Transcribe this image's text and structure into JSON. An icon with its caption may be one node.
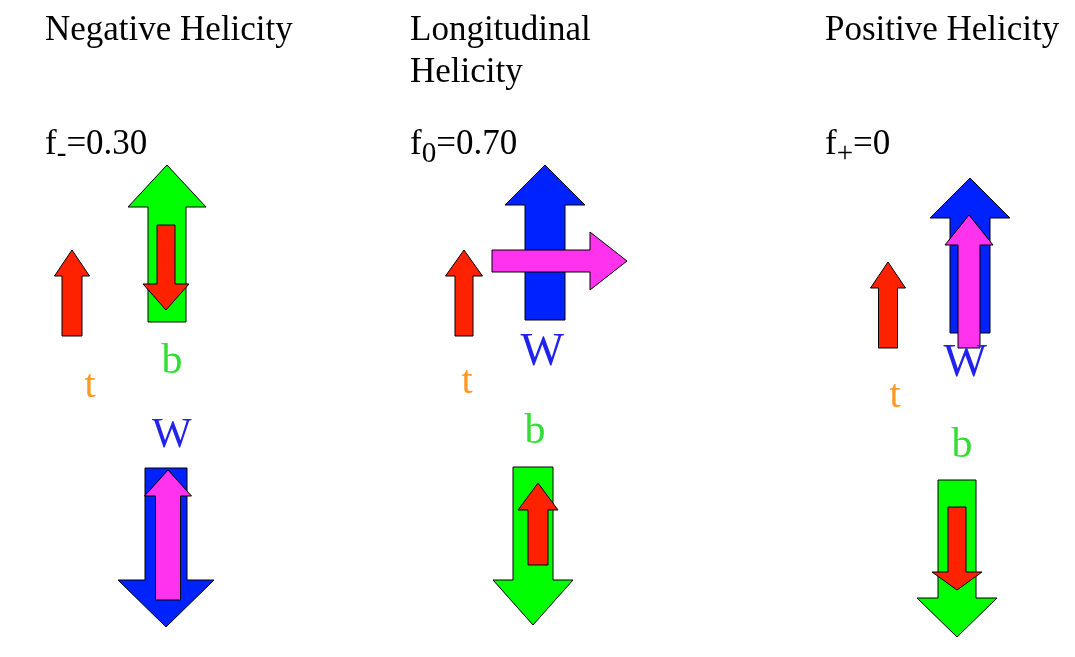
{
  "diagram": {
    "labels": [
      "Negative Helicity",
      "f$_{-}$=0.30",
      "b",
      "t",
      "W",
      "Longitudinal Helicity",
      "f$_{0}$=0.70",
      "W",
      "t",
      "b",
      "Positive Helicity",
      "f$_{+}$=0",
      "W",
      "t",
      "b"
    ]
  }
}
